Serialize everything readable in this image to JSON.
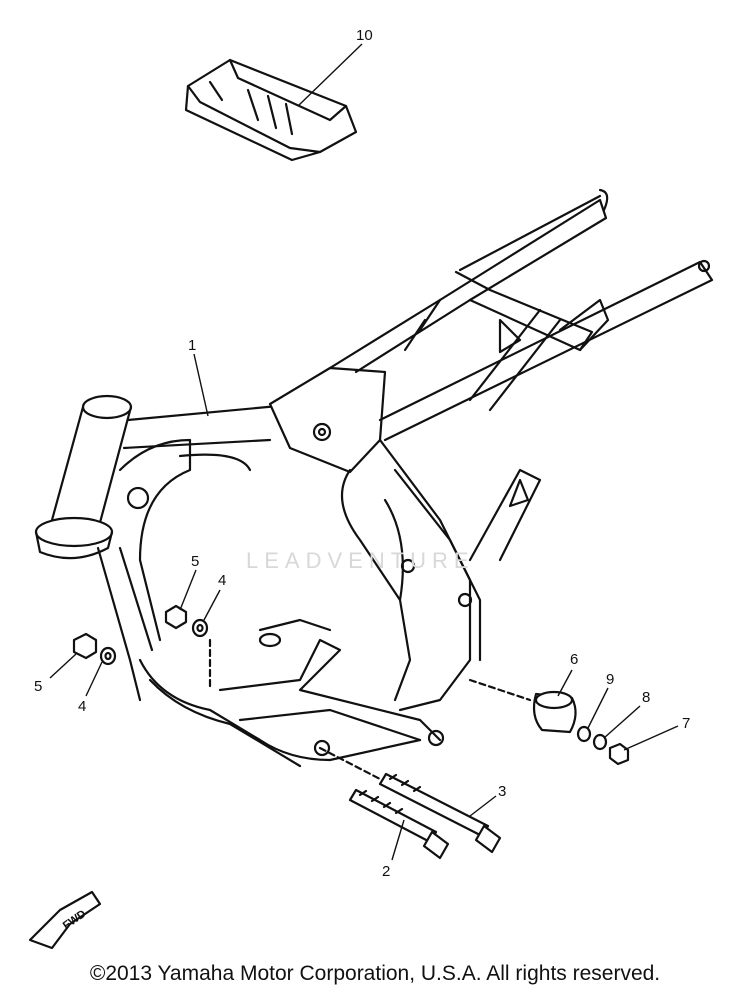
{
  "callouts": {
    "c1": "1",
    "c2": "2",
    "c3": "3",
    "c4a": "4",
    "c4b": "4",
    "c5a": "5",
    "c5b": "5",
    "c6": "6",
    "c7": "7",
    "c8": "8",
    "c9": "9",
    "c10": "10"
  },
  "watermark": "LEADVENTURE",
  "fwd_label": "FWD",
  "footer": {
    "copyright": "©2013 Yamaha Motor Corporation, U.S.A. All rights reserved."
  },
  "colors": {
    "ink": "#111111",
    "paper": "#ffffff",
    "watermark": "#d8d8d8"
  }
}
